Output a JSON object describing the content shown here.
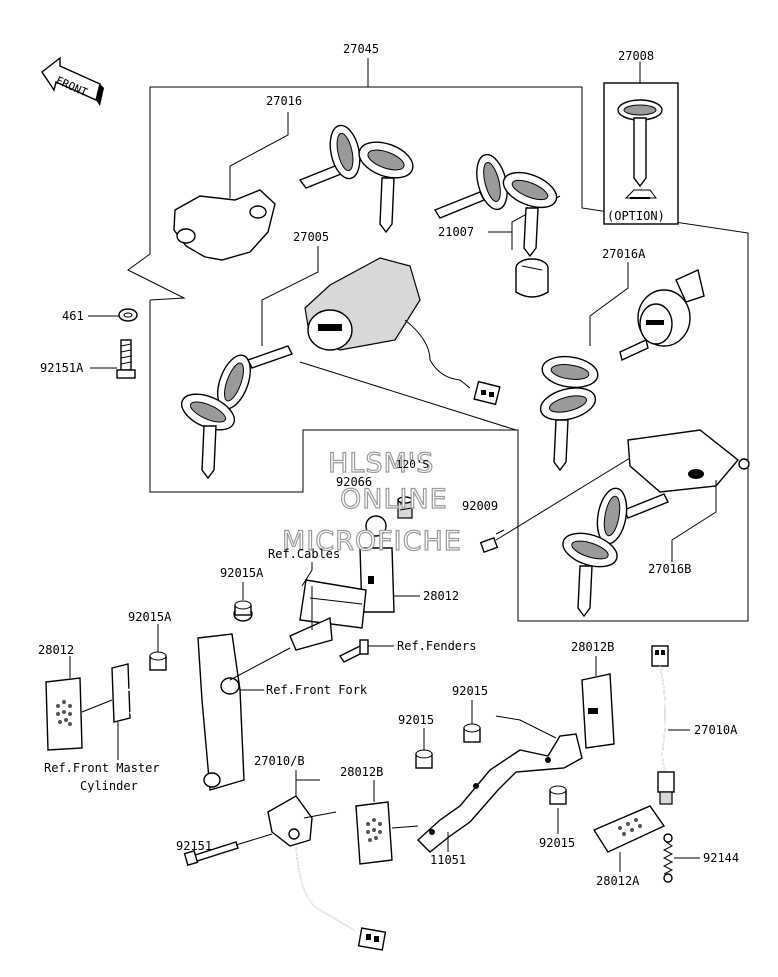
{
  "front_label": "FRONT",
  "watermark": [
    "HLSM'S",
    "ONLINE",
    "MICROFICHE"
  ],
  "labels": {
    "p27045": "27045",
    "p27008": "27008",
    "option": "(OPTION)",
    "p27016": "27016",
    "p27005": "27005",
    "p21007": "21007",
    "p27016A": "27016A",
    "p461": "461",
    "p92151A": "92151A",
    "p120S": "120'S",
    "p92066": "92066",
    "p92009": "92009",
    "p27016B": "27016B",
    "ref_cables": "Ref.Cables",
    "p92015A_1": "92015A",
    "p28012_1": "28012",
    "p92015A_2": "92015A",
    "p28012_2": "28012",
    "ref_fenders": "Ref.Fenders",
    "p28012B_1": "28012B",
    "ref_front_fork": "Ref.Front Fork",
    "p92015_1": "92015",
    "p92015_2": "92015",
    "p27010A": "27010A",
    "ref_master_1": "Ref.Front Master",
    "ref_master_2": "Cylinder",
    "p27010B": "27010/B",
    "p28012B_2": "28012B",
    "p92151": "92151",
    "p11051": "11051",
    "p92015_3": "92015",
    "p92144": "92144",
    "p28012A": "28012A"
  }
}
